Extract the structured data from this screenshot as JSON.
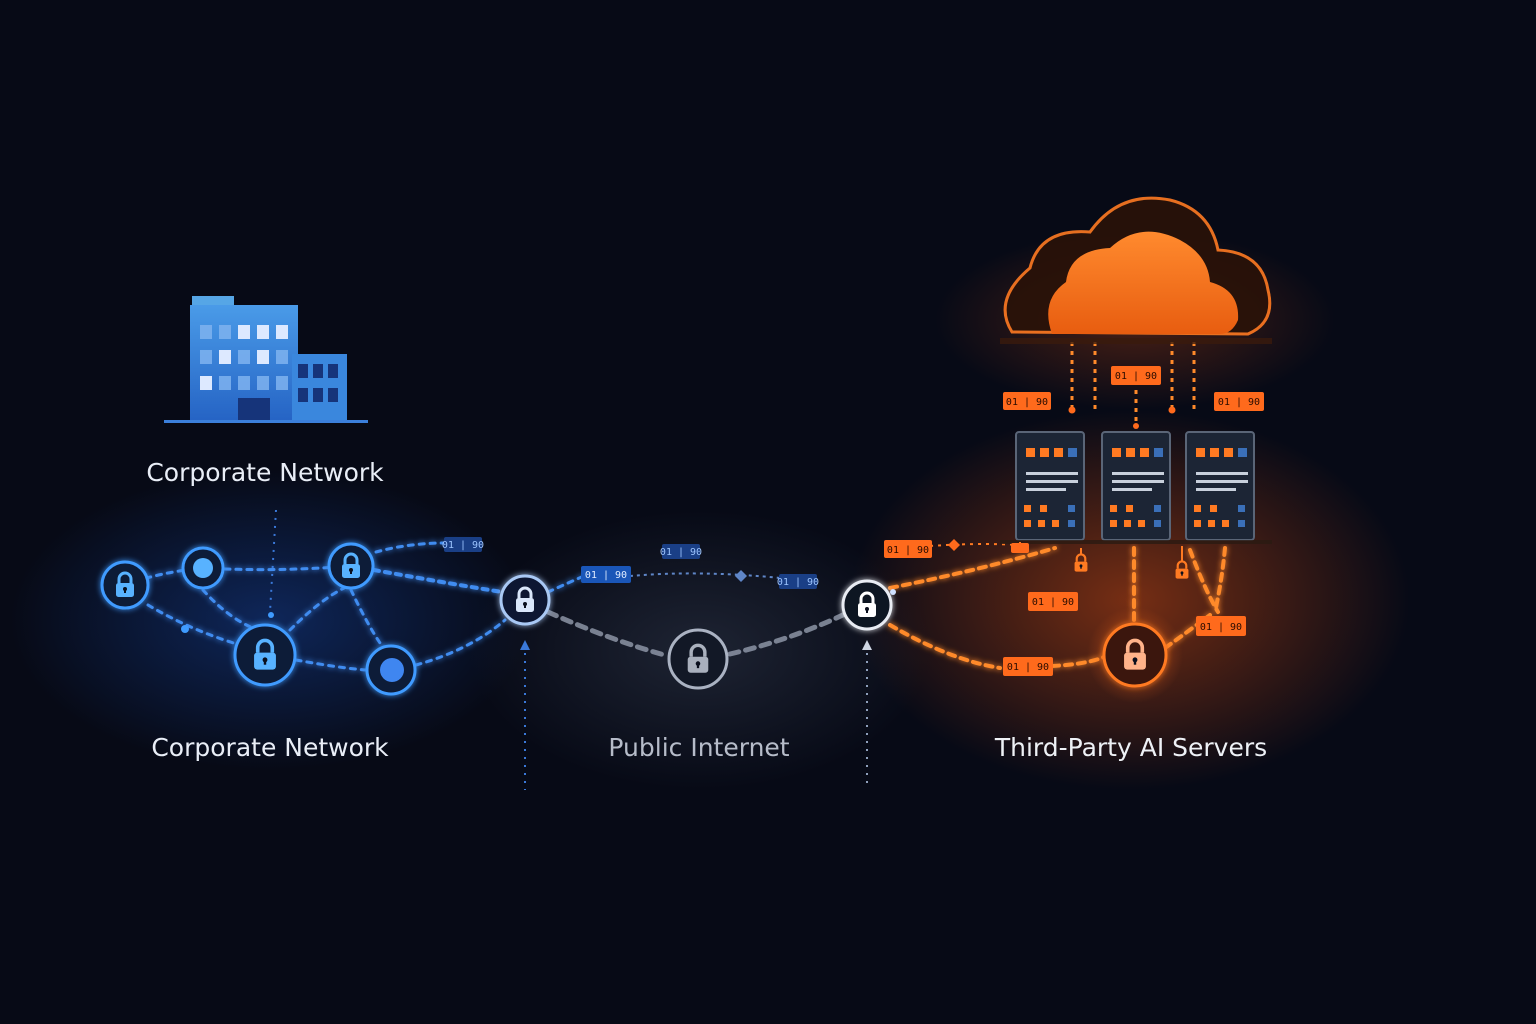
{
  "labels": {
    "top_network": "Corporate Network",
    "corporate": "Corporate Network",
    "public": "Public Internet",
    "third_party": "Third-Party AI Servers"
  },
  "packet_text": "01 | 90",
  "colors": {
    "background": "#070a16",
    "corporate": "#3b8cff",
    "public": "#9aa3b4",
    "third_party": "#ff7a22"
  },
  "icons": [
    "building-icon",
    "lock-icon",
    "cloud-icon",
    "server-icon"
  ]
}
